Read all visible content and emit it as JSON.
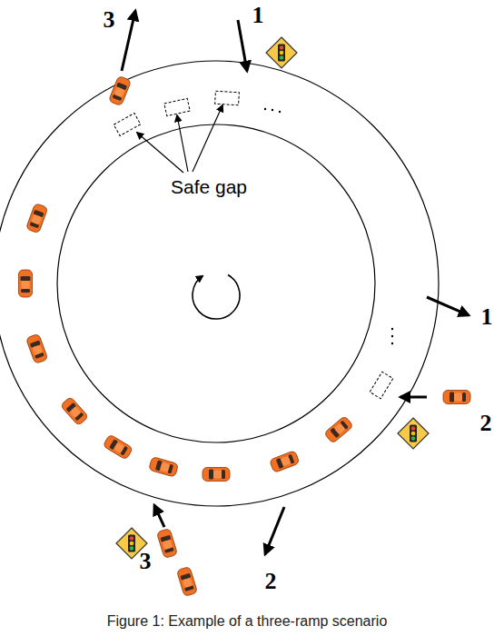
{
  "diagram": {
    "caption": "Figure 1: Example of a three-ramp scenario",
    "labels": [
      "3",
      "1",
      "Safe gap",
      "1",
      "2",
      "3",
      "2"
    ]
  }
}
